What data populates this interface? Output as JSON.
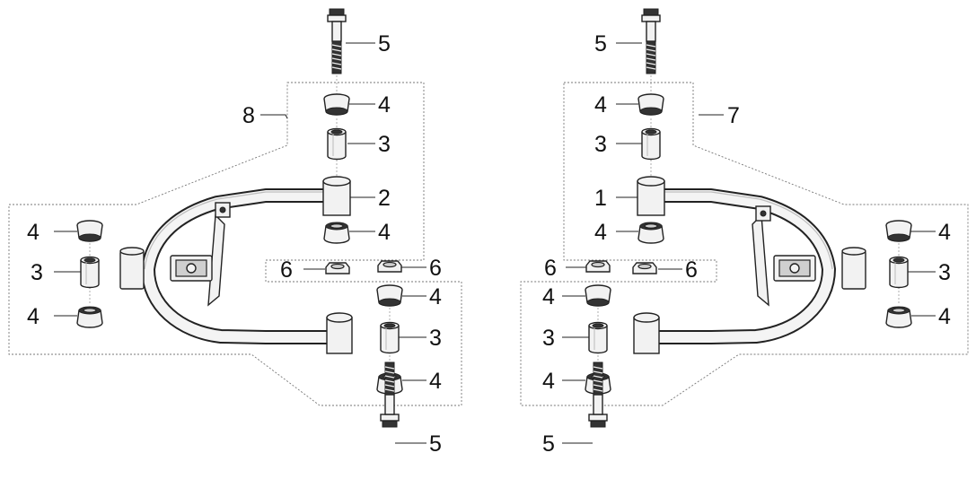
{
  "diagram": {
    "callouts": [
      {
        "id": "l-top-bolt",
        "text": "5"
      },
      {
        "id": "l-top-bush-cap",
        "text": "4"
      },
      {
        "id": "l-assembly",
        "text": "8"
      },
      {
        "id": "l-top-sleeve",
        "text": "3"
      },
      {
        "id": "l-arm-pivot",
        "text": "2"
      },
      {
        "id": "l-top-bush-low",
        "text": "4"
      },
      {
        "id": "l-side-cap-top",
        "text": "4"
      },
      {
        "id": "l-side-sleeve",
        "text": "3"
      },
      {
        "id": "l-side-cap-bot",
        "text": "4"
      },
      {
        "id": "l-nut-a",
        "text": "6"
      },
      {
        "id": "l-nut-b",
        "text": "6"
      },
      {
        "id": "l-bot-cap-top",
        "text": "4"
      },
      {
        "id": "l-bot-sleeve",
        "text": "3"
      },
      {
        "id": "l-bot-cap-bot",
        "text": "4"
      },
      {
        "id": "l-bot-bolt",
        "text": "5"
      },
      {
        "id": "r-top-bolt",
        "text": "5"
      },
      {
        "id": "r-top-bush-cap",
        "text": "4"
      },
      {
        "id": "r-assembly",
        "text": "7"
      },
      {
        "id": "r-top-sleeve",
        "text": "3"
      },
      {
        "id": "r-arm-pivot",
        "text": "1"
      },
      {
        "id": "r-top-bush-low",
        "text": "4"
      },
      {
        "id": "r-side-cap-top",
        "text": "4"
      },
      {
        "id": "r-side-sleeve",
        "text": "3"
      },
      {
        "id": "r-side-cap-bot",
        "text": "4"
      },
      {
        "id": "r-nut-a",
        "text": "6"
      },
      {
        "id": "r-nut-b",
        "text": "6"
      },
      {
        "id": "r-bot-cap-top",
        "text": "4"
      },
      {
        "id": "r-bot-sleeve",
        "text": "3"
      },
      {
        "id": "r-bot-cap-bot",
        "text": "4"
      },
      {
        "id": "r-bot-bolt",
        "text": "5"
      }
    ]
  }
}
